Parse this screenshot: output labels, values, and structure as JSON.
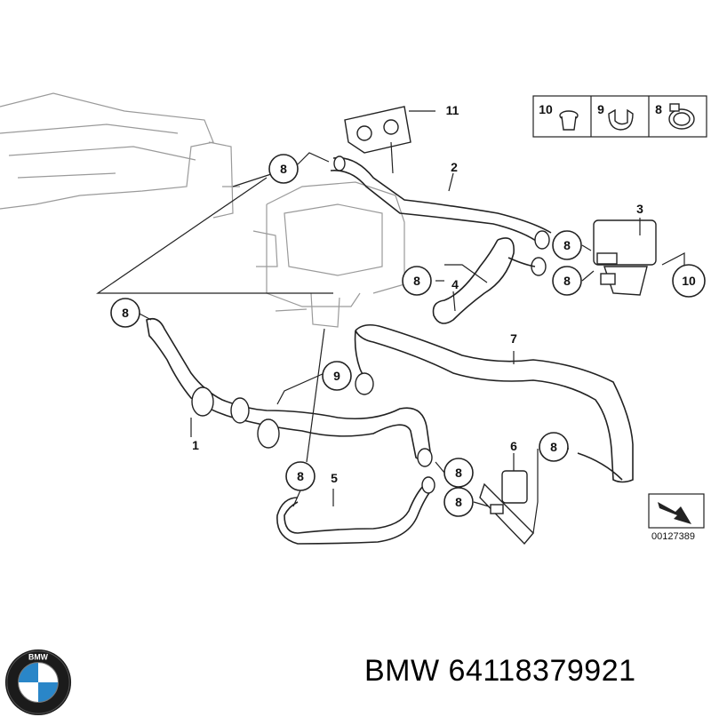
{
  "diagram": {
    "callouts": [
      {
        "id": "c8-top",
        "label": "8"
      },
      {
        "id": "c8-left",
        "label": "8"
      },
      {
        "id": "c8-center",
        "label": "8"
      },
      {
        "id": "c8-valve-a",
        "label": "8"
      },
      {
        "id": "c8-valve-b",
        "label": "8"
      },
      {
        "id": "c9",
        "label": "9"
      },
      {
        "id": "c8-bottom",
        "label": "8"
      },
      {
        "id": "c8-lower-a",
        "label": "8"
      },
      {
        "id": "c8-lower-b",
        "label": "8"
      },
      {
        "id": "c8-right",
        "label": "8"
      },
      {
        "id": "c10",
        "label": "10"
      }
    ],
    "part_labels": [
      "1",
      "2",
      "3",
      "4",
      "5",
      "6",
      "7",
      "11"
    ],
    "legend": [
      {
        "label": "10",
        "icon": "grommet-icon"
      },
      {
        "label": "9",
        "icon": "clip-icon"
      },
      {
        "label": "8",
        "icon": "hose-clamp-icon"
      }
    ]
  },
  "diagram_ref": "00127389",
  "brand": "BMW",
  "part_number": "BMW 64118379921",
  "colors": {
    "line": "#222222",
    "ghost": "#9a9a9a",
    "logo_blue": "#2a86c8"
  }
}
